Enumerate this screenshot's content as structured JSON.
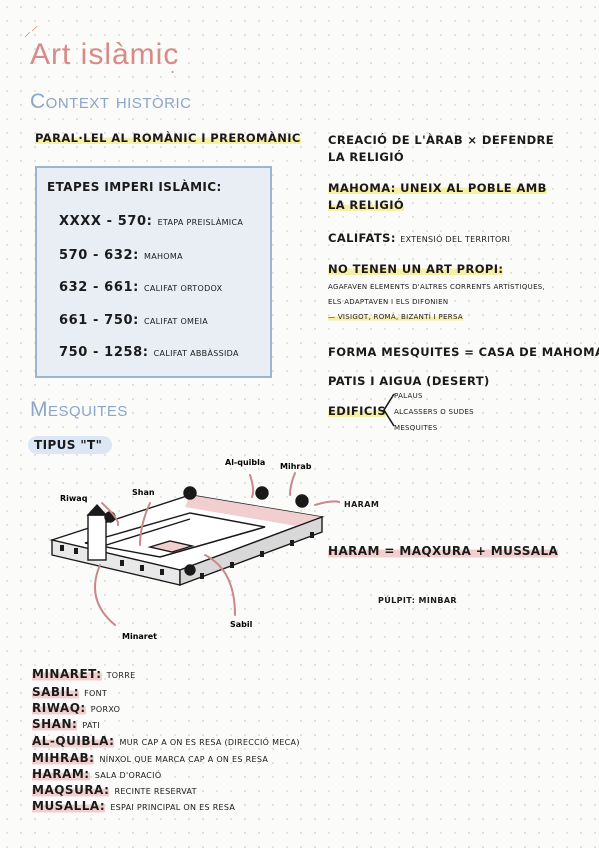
{
  "title": "Art islàmic",
  "context_heading": "Context històric",
  "paral": "Paral·lel al romànic i preromànic",
  "etapes": {
    "heading": "Etapes imperi islàmic:",
    "rows": [
      {
        "years": "XXXX - 570:",
        "desc": "etapa preislàmica"
      },
      {
        "years": "570 - 632:",
        "desc": "Mahoma"
      },
      {
        "years": "632 - 661:",
        "desc": "califat ortodox"
      },
      {
        "years": "661 - 750:",
        "desc": "califat omeia"
      },
      {
        "years": "750 - 1258:",
        "desc": "califat abbàssida"
      }
    ]
  },
  "right": {
    "creacio_1": "Creació de l'àrab × defendre",
    "creacio_2": "la religió",
    "mahoma_1": "Mahoma: uneix al poble amb",
    "mahoma_2": "la religió",
    "califats_label": "Califats:",
    "califats_desc": "extensió del territori",
    "notenen": "No tenen un art propi:",
    "agafaven": "agafaven elements d'altres corrents artístiques,",
    "adaptaven": "els adaptaven i els difonien",
    "visigot": "— visigot, romà, bizantí i persa",
    "forma": "Forma mesquites = casa de Mahoma",
    "patis": "Patis i aigua (desert)",
    "edificis": "Edificis",
    "edificis_items": [
      "palaus",
      "alcassers o sudes",
      "mesquites"
    ],
    "haram_eq": "Haram = Maqxura + Mussala",
    "pulpit": "Púlpit: minbar"
  },
  "mesquites_heading": "Mesquites",
  "tipus": "Tipus \"T\"",
  "diagram_labels": {
    "riwaq": "Riwaq",
    "shan": "Shan",
    "alquibla": "Al-quibla",
    "mihrab": "Mihrab",
    "haram": "Haram",
    "minaret": "Minaret",
    "sabil": "Sabil"
  },
  "glossary": [
    {
      "term": "Minaret:",
      "def": "torre"
    },
    {
      "term": "Sabil:",
      "def": "font"
    },
    {
      "term": "Riwaq:",
      "def": "porxo"
    },
    {
      "term": "Shan:",
      "def": "pati"
    },
    {
      "term": "Al-Quibla:",
      "def": "mur cap a on es resa (direcció Meca)"
    },
    {
      "term": "Mihrab:",
      "def": "nínxol que marca cap a on es resa"
    },
    {
      "term": "Haram:",
      "def": "sala d'oració"
    },
    {
      "term": "Maqsura:",
      "def": "recinte reservat"
    },
    {
      "term": "Musalla:",
      "def": "espai principal on es resa"
    }
  ],
  "colors": {
    "pink": "#d88a86",
    "blue": "#8aa6c8",
    "yellow": "#f6f0a5",
    "highlight_pink": "#f2cfcf",
    "arrow": "#c9898a"
  }
}
